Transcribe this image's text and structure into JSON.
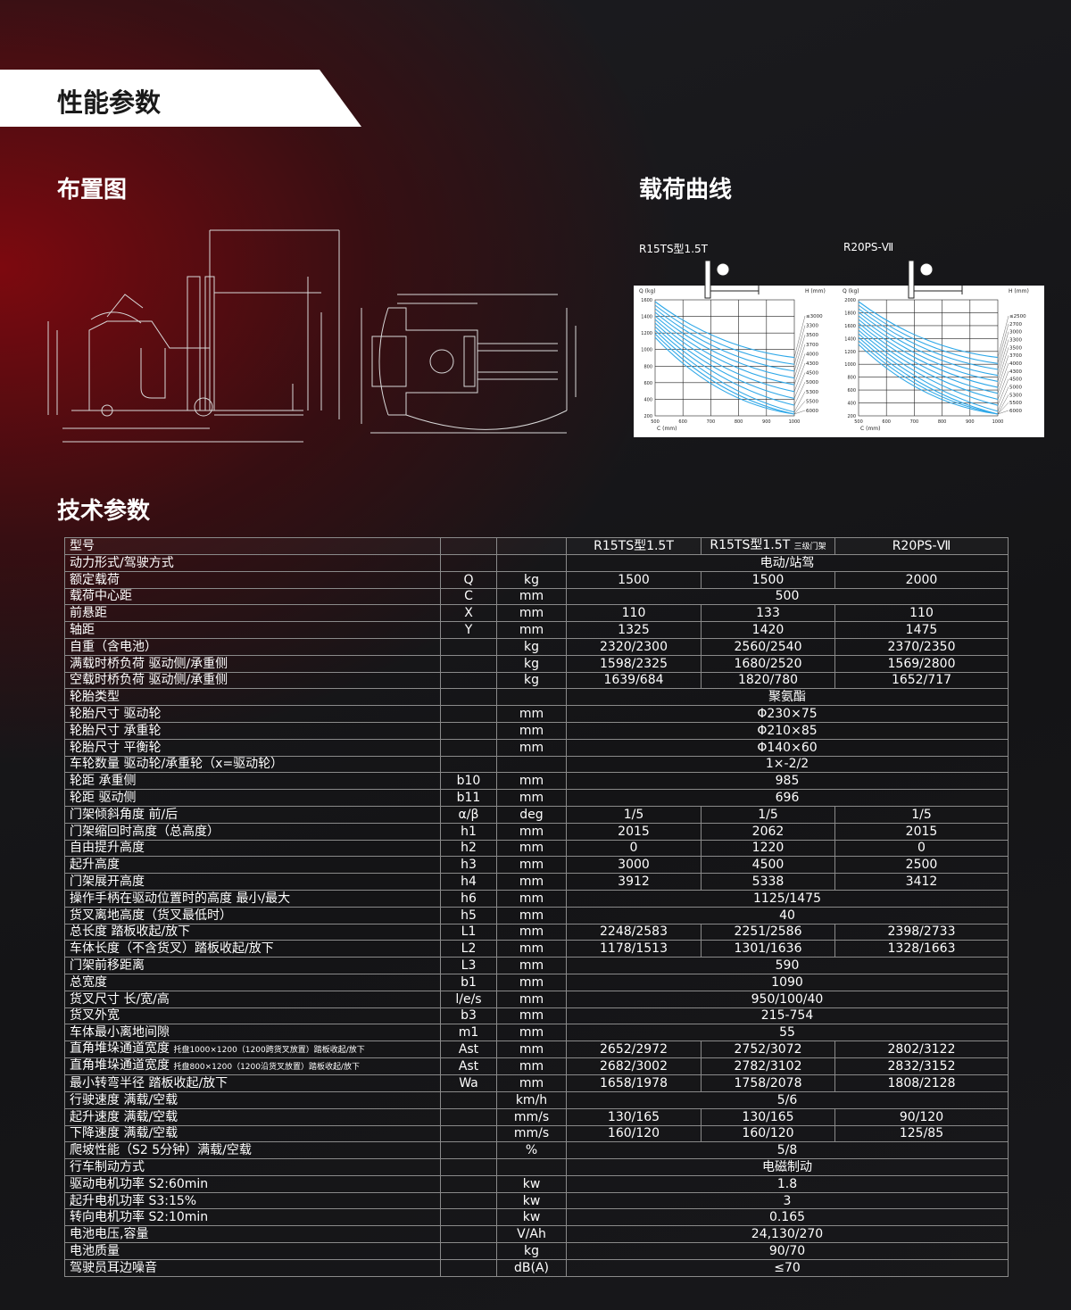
{
  "page": {
    "banner_title": "性能参数",
    "layout_title": "布置图",
    "curve_title": "载荷曲线",
    "spec_title": "技术参数"
  },
  "load_curves": [
    {
      "title": "R15TS型1.5T",
      "q_label": "Q (kg)",
      "h_label": "H (mm)",
      "c_label": "C (mm)",
      "y_ticks": [
        "1600",
        "1400",
        "1200",
        "1000",
        "800",
        "600",
        "400",
        "200"
      ],
      "x_ticks": [
        "500",
        "600",
        "700",
        "800",
        "900",
        "1000"
      ],
      "h_values": [
        "≤3000",
        "3300",
        "3500",
        "3700",
        "4000",
        "4300",
        "4500",
        "5000",
        "5300",
        "5500",
        "6000"
      ]
    },
    {
      "title": "R20PS-Ⅶ",
      "q_label": "Q (kg)",
      "h_label": "H (mm)",
      "c_label": "C (mm)",
      "y_ticks": [
        "2000",
        "1800",
        "1600",
        "1400",
        "1200",
        "1000",
        "800",
        "600",
        "400",
        "200"
      ],
      "x_ticks": [
        "500",
        "600",
        "700",
        "800",
        "900",
        "1000"
      ],
      "h_values": [
        "≤2500",
        "2700",
        "3000",
        "3300",
        "3500",
        "3700",
        "4000",
        "4300",
        "4500",
        "5000",
        "5300",
        "5500",
        "6000"
      ]
    }
  ],
  "spec_table": {
    "header": {
      "label": "型号",
      "col1": "R15TS型1.5T",
      "col2": "R15TS型1.5T",
      "col2_note": "三级门架",
      "col3": "R20PS-Ⅶ"
    },
    "rows": [
      {
        "label": "动力形式/驾驶方式",
        "sym": "",
        "unit": "",
        "span": "电动/站驾"
      },
      {
        "label": "额定载荷",
        "sym": "Q",
        "unit": "kg",
        "v": [
          "1500",
          "1500",
          "2000"
        ]
      },
      {
        "label": "载荷中心距",
        "sym": "C",
        "unit": "mm",
        "span": "500"
      },
      {
        "label": "前悬距",
        "sym": "X",
        "unit": "mm",
        "v": [
          "110",
          "133",
          "110"
        ]
      },
      {
        "label": "轴距",
        "sym": "Y",
        "unit": "mm",
        "v": [
          "1325",
          "1420",
          "1475"
        ]
      },
      {
        "label": "自重（含电池）",
        "sym": "",
        "unit": "kg",
        "v": [
          "2320/2300",
          "2560/2540",
          "2370/2350"
        ]
      },
      {
        "label": "满载时桥负荷 驱动侧/承重侧",
        "sym": "",
        "unit": "kg",
        "v": [
          "1598/2325",
          "1680/2520",
          "1569/2800"
        ]
      },
      {
        "label": "空载时桥负荷 驱动侧/承重侧",
        "sym": "",
        "unit": "kg",
        "v": [
          "1639/684",
          "1820/780",
          "1652/717"
        ]
      },
      {
        "label": "轮胎类型",
        "sym": "",
        "unit": "",
        "span": "聚氨酯"
      },
      {
        "label": "轮胎尺寸 驱动轮",
        "sym": "",
        "unit": "mm",
        "span": "Φ230×75"
      },
      {
        "label": "轮胎尺寸 承重轮",
        "sym": "",
        "unit": "mm",
        "span": "Φ210×85"
      },
      {
        "label": "轮胎尺寸 平衡轮",
        "sym": "",
        "unit": "mm",
        "span": "Φ140×60"
      },
      {
        "label": "车轮数量 驱动轮/承重轮（x=驱动轮）",
        "sym": "",
        "unit": "",
        "span": "1×-2/2"
      },
      {
        "label": "轮距 承重侧",
        "sym": "b10",
        "unit": "mm",
        "span": "985"
      },
      {
        "label": "轮距 驱动侧",
        "sym": "b11",
        "unit": "mm",
        "span": "696"
      },
      {
        "label": "门架倾斜角度 前/后",
        "sym": "α/β",
        "unit": "deg",
        "v": [
          "1/5",
          "1/5",
          "1/5"
        ]
      },
      {
        "label": "门架缩回时高度（总高度）",
        "sym": "h1",
        "unit": "mm",
        "v": [
          "2015",
          "2062",
          "2015"
        ]
      },
      {
        "label": "自由提升高度",
        "sym": "h2",
        "unit": "mm",
        "v": [
          "0",
          "1220",
          "0"
        ]
      },
      {
        "label": "起升高度",
        "sym": "h3",
        "unit": "mm",
        "v": [
          "3000",
          "4500",
          "2500"
        ]
      },
      {
        "label": "门架展开高度",
        "sym": "h4",
        "unit": "mm",
        "v": [
          "3912",
          "5338",
          "3412"
        ]
      },
      {
        "label": "操作手柄在驱动位置时的高度 最小/最大",
        "sym": "h6",
        "unit": "mm",
        "span": "1125/1475"
      },
      {
        "label": "货叉离地高度（货叉最低时）",
        "sym": "h5",
        "unit": "mm",
        "span": "40"
      },
      {
        "label": "总长度 踏板收起/放下",
        "sym": "L1",
        "unit": "mm",
        "v": [
          "2248/2583",
          "2251/2586",
          "2398/2733"
        ]
      },
      {
        "label": "车体长度（不含货叉）踏板收起/放下",
        "sym": "L2",
        "unit": "mm",
        "v": [
          "1178/1513",
          "1301/1636",
          "1328/1663"
        ]
      },
      {
        "label": "门架前移距离",
        "sym": "L3",
        "unit": "mm",
        "span": "590"
      },
      {
        "label": "总宽度",
        "sym": "b1",
        "unit": "mm",
        "span": "1090"
      },
      {
        "label": "货叉尺寸 长/宽/高",
        "sym": "l/e/s",
        "unit": "mm",
        "span": "950/100/40"
      },
      {
        "label": "货叉外宽",
        "sym": "b3",
        "unit": "mm",
        "span": "215-754"
      },
      {
        "label": "车体最小离地间隙",
        "sym": "m1",
        "unit": "mm",
        "span": "55"
      },
      {
        "label": "直角堆垛通道宽度",
        "label_small": "托盘1000×1200（1200跨货叉放置）踏板收起/放下",
        "sym": "Ast",
        "unit": "mm",
        "v": [
          "2652/2972",
          "2752/3072",
          "2802/3122"
        ]
      },
      {
        "label": "直角堆垛通道宽度",
        "label_small": "托盘800×1200（1200沿货叉放置）踏板收起/放下",
        "sym": "Ast",
        "unit": "mm",
        "v": [
          "2682/3002",
          "2782/3102",
          "2832/3152"
        ]
      },
      {
        "label": "最小转弯半径 踏板收起/放下",
        "sym": "Wa",
        "unit": "mm",
        "v": [
          "1658/1978",
          "1758/2078",
          "1808/2128"
        ]
      },
      {
        "label": "行驶速度 满载/空载",
        "sym": "",
        "unit": "km/h",
        "span": "5/6"
      },
      {
        "label": "起升速度 满载/空载",
        "sym": "",
        "unit": "mm/s",
        "v": [
          "130/165",
          "130/165",
          "90/120"
        ]
      },
      {
        "label": "下降速度 满载/空载",
        "sym": "",
        "unit": "mm/s",
        "v": [
          "160/120",
          "160/120",
          "125/85"
        ]
      },
      {
        "label": "爬坡性能（S2 5分钟）满载/空载",
        "sym": "",
        "unit": "%",
        "span": "5/8"
      },
      {
        "label": "行车制动方式",
        "sym": "",
        "unit": "",
        "span": "电磁制动"
      },
      {
        "label": "驱动电机功率 S2:60min",
        "sym": "",
        "unit": "kw",
        "span": "1.8"
      },
      {
        "label": "起升电机功率 S3:15%",
        "sym": "",
        "unit": "kw",
        "span": "3"
      },
      {
        "label": "转向电机功率 S2:10min",
        "sym": "",
        "unit": "kw",
        "span": "0.165"
      },
      {
        "label": "电池电压,容量",
        "sym": "",
        "unit": "V/Ah",
        "span": "24,130/270"
      },
      {
        "label": "电池质量",
        "sym": "",
        "unit": "kg",
        "span": "90/70"
      },
      {
        "label": "驾驶员耳边噪音",
        "sym": "",
        "unit": "dB(A)",
        "span": "≤70"
      }
    ]
  },
  "colors": {
    "curve": "#2fa8e8",
    "grid": "#222222",
    "border": "#8a8a8a",
    "accent_red": "#82080e"
  }
}
